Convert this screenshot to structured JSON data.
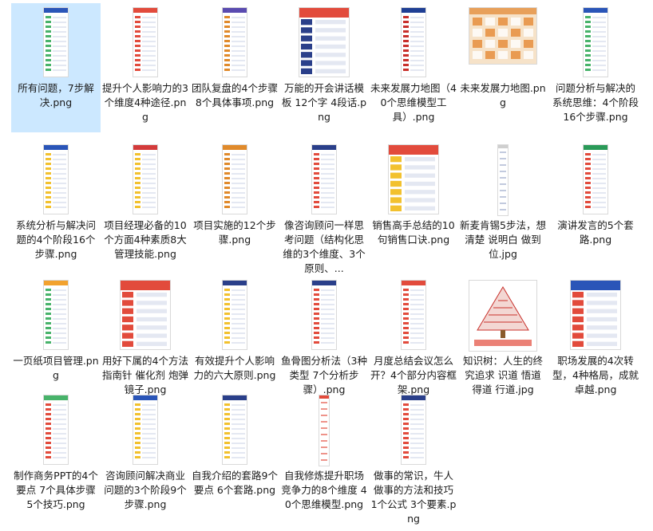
{
  "files": [
    {
      "name": "所有问题，7步解决.png",
      "selected": true,
      "style": "tall",
      "head": "#2a55b8",
      "accent": "#48b36a"
    },
    {
      "name": "提升个人影响力的3个维度4种途径.png",
      "style": "tall",
      "head": "#e24b3c",
      "accent": "#e24b3c"
    },
    {
      "name": "团队复盘的4个步骤8个具体事项.png",
      "style": "tall",
      "head": "#5a4bb0",
      "accent": "#e08a2b"
    },
    {
      "name": "万能的开会讲话模板 12个字 4段话.png",
      "style": "square",
      "head": "#e24b3c",
      "accent": "#2a3f8a"
    },
    {
      "name": "未来发展力地图（40个思维模型工具）.png",
      "style": "tall",
      "head": "#1f3f94",
      "accent": "#c8302b"
    },
    {
      "name": "未来发展力地图.png",
      "style": "map",
      "head": "#e8a05a",
      "accent": "#e68a35"
    },
    {
      "name": "问题分析与解决的系统思维：4个阶段16个步骤.png",
      "style": "tall",
      "head": "#2a55b8",
      "accent": "#48b36a"
    },
    {
      "name": "系统分析与解决问题的4个阶段16个步骤.png",
      "style": "tall",
      "head": "#2a55b8",
      "accent": "#f2c12e"
    },
    {
      "name": "项目经理必备的10个方面4种素质8大管理技能.png",
      "style": "tall",
      "head": "#d33b3b",
      "accent": "#f2c12e"
    },
    {
      "name": "项目实施的12个步骤.png",
      "style": "tall",
      "head": "#e08a2b",
      "accent": "#e08a2b"
    },
    {
      "name": "像咨询顾问一样思考问题（结构化思维的3个维度、3个原则、...",
      "style": "tall",
      "head": "#2a3f8a",
      "accent": "#e24b3c"
    },
    {
      "name": "销售高手总结的10句销售口诀.png",
      "style": "square",
      "head": "#e24b3c",
      "accent": "#f2c12e"
    },
    {
      "name": "新麦肯锡5步法，想清楚 说明白 做到位.jpg",
      "style": "thin",
      "head": "#cfcfcf",
      "accent": "#9aa6c8"
    },
    {
      "name": "演讲发言的5个套路.png",
      "style": "tall",
      "head": "#2a9a58",
      "accent": "#e24b3c"
    },
    {
      "name": "一页纸项目管理.png",
      "style": "tall",
      "head": "#f2a22e",
      "accent": "#48b36a"
    },
    {
      "name": "用好下属的4个方法 指南针 催化剂 炮弹 镜子.png",
      "style": "square",
      "head": "#e24b3c",
      "accent": "#e24b3c"
    },
    {
      "name": "有效提升个人影响力的六大原则.png",
      "style": "tall",
      "head": "#2a3f8a",
      "accent": "#f2c12e"
    },
    {
      "name": "鱼骨图分析法（3种类型 7个分析步骤）.png",
      "style": "tall",
      "head": "#2a3f8a",
      "accent": "#e24b3c"
    },
    {
      "name": "月度总结会议怎么开？4个部分内容框架.png",
      "style": "tall",
      "head": "#e24b3c",
      "accent": "#e24b3c"
    },
    {
      "name": "知识树：人生的终究追求 识道 悟道 得道 行道.jpg",
      "style": "tree",
      "head": "#c8302b",
      "accent": "#e24b3c"
    },
    {
      "name": "职场发展的4次转型，4种格局，成就卓越.png",
      "style": "square",
      "head": "#2a55b8",
      "accent": "#e24b3c"
    },
    {
      "name": "制作商务PPT的4个要点 7个具体步骤 5个技巧.png",
      "style": "tall",
      "head": "#48b36a",
      "accent": "#e24b3c"
    },
    {
      "name": "咨询顾问解决商业问题的3个阶段9个步骤.png",
      "style": "tall",
      "head": "#2a55b8",
      "accent": "#f2c12e"
    },
    {
      "name": "自我介绍的套路9个要点 6个套路.png",
      "style": "tall",
      "head": "#2a3f8a",
      "accent": "#f2c12e"
    },
    {
      "name": "自我修炼提升职场竞争力的8个维度 40个思维模型.png",
      "style": "thin",
      "head": "#e24b3c",
      "accent": "#e24b3c"
    },
    {
      "name": "做事的常识，牛人做事的方法和技巧 1个公式 3个要素.png",
      "style": "tall",
      "head": "#2a3f8a",
      "accent": "#e24b3c"
    }
  ]
}
